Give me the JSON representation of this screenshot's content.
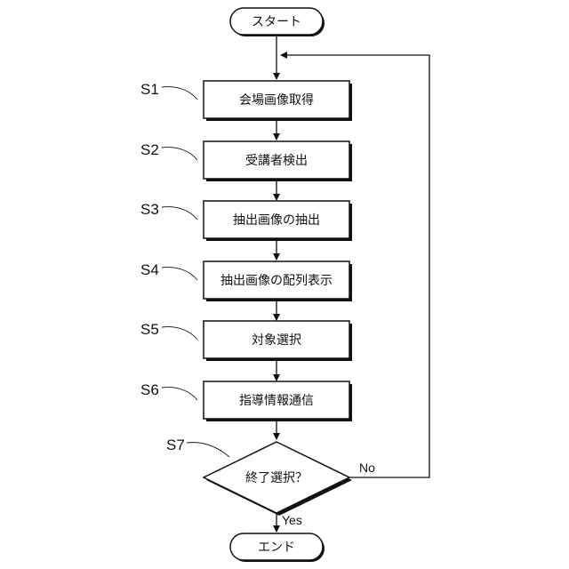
{
  "flowchart": {
    "start": "スタート",
    "end": "エンド",
    "steps": [
      {
        "id": "S1",
        "text": "会場画像取得"
      },
      {
        "id": "S2",
        "text": "受講者検出"
      },
      {
        "id": "S3",
        "text": "抽出画像の抽出"
      },
      {
        "id": "S4",
        "text": "抽出画像の配列表示"
      },
      {
        "id": "S5",
        "text": "対象選択"
      },
      {
        "id": "S6",
        "text": "指導情報通信"
      }
    ],
    "decision": {
      "id": "S7",
      "text": "終了選択？",
      "no": "No",
      "yes": "Yes"
    }
  },
  "colors": {
    "stroke": "#111111",
    "background": "#ffffff"
  }
}
